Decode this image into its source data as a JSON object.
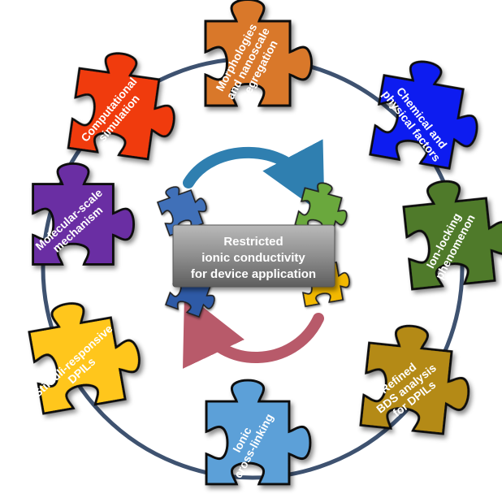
{
  "title": "",
  "center": {
    "lines": [
      "Restricted",
      "ionic conductivity",
      "for device application"
    ]
  },
  "colors": {
    "ring": "#3e5270",
    "morphologies": "#d9782a",
    "chemical": "#0b1ef0",
    "ion_locking": "#4f7a2b",
    "bds": "#b48a16",
    "cross_linking": "#5ba0d8",
    "stimuli": "#ffc61a",
    "molecular": "#6a2fa3",
    "computational": "#f03a0c",
    "center_box": "#8c8c8c",
    "arrow_top": "#2f7fb0",
    "arrow_bottom": "#b85a6a"
  },
  "pieces": [
    {
      "id": "morphologies",
      "icon": "puzzle-piece-icon",
      "lines": [
        "Morphologies",
        "and nanoscale",
        "segregation"
      ]
    },
    {
      "id": "chemical",
      "icon": "puzzle-piece-icon",
      "lines": [
        "Chemical and",
        "physical factors"
      ]
    },
    {
      "id": "ion_locking",
      "icon": "puzzle-piece-icon",
      "lines": [
        "Ion-locking",
        "phenomenon"
      ]
    },
    {
      "id": "bds",
      "icon": "puzzle-piece-icon",
      "lines": [
        "Refined",
        "BDS analysis",
        "for DPILs"
      ]
    },
    {
      "id": "cross_linking",
      "icon": "puzzle-piece-icon",
      "lines": [
        "Ionic",
        "cross-linking"
      ]
    },
    {
      "id": "stimuli",
      "icon": "puzzle-piece-icon",
      "lines": [
        "Stimuli-responsive",
        "DPILs"
      ]
    },
    {
      "id": "molecular",
      "icon": "puzzle-piece-icon",
      "lines": [
        "Molecular-scale",
        "mechanism"
      ]
    },
    {
      "id": "computational",
      "icon": "puzzle-piece-icon",
      "lines": [
        "Computational",
        "simulation"
      ]
    }
  ],
  "center_pieces": [
    {
      "id": "center-blue-top",
      "icon": "puzzle-piece-icon",
      "color": "#3f6fb8"
    },
    {
      "id": "center-green",
      "icon": "puzzle-piece-icon",
      "color": "#6aa83c"
    },
    {
      "id": "center-blue-bottom",
      "icon": "puzzle-piece-icon",
      "color": "#2f5aa6"
    },
    {
      "id": "center-yellow",
      "icon": "puzzle-piece-icon",
      "color": "#f2b800"
    }
  ]
}
